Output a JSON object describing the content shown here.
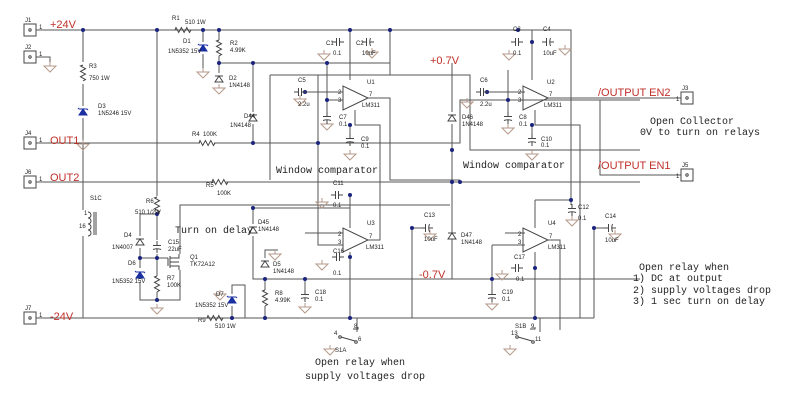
{
  "colors": {
    "wire": "#555555",
    "net_label": "#c0302a",
    "junction": "#1a237e",
    "zener": "#1a2fa0",
    "ground": "#b59a8a"
  },
  "connectors": [
    {
      "ref": "J1",
      "pin": "1",
      "net": "+24V"
    },
    {
      "ref": "J2",
      "pin": "1",
      "net": ""
    },
    {
      "ref": "J4",
      "pin": "1",
      "net": "OUT1"
    },
    {
      "ref": "J6",
      "pin": "1",
      "net": "OUT2"
    },
    {
      "ref": "J7",
      "pin": "1",
      "net": "-24V"
    },
    {
      "ref": "J3",
      "pin": "1",
      "net": "/OUTPUT EN2"
    },
    {
      "ref": "J5",
      "pin": "1",
      "net": "/OUTPUT EN1"
    }
  ],
  "net_labels": {
    "plus07": "+0.7V",
    "minus07": "-0.7V"
  },
  "components": [
    {
      "ref": "R1",
      "value": "510 1W",
      "type": "resistor"
    },
    {
      "ref": "D1",
      "value": "1N5352 15V",
      "type": "zener"
    },
    {
      "ref": "R2",
      "value": "4.99K",
      "type": "resistor"
    },
    {
      "ref": "D2",
      "value": "1N4148",
      "type": "diode"
    },
    {
      "ref": "R3",
      "value": "750 1W",
      "type": "resistor"
    },
    {
      "ref": "D3",
      "value": "1N5246 15V",
      "type": "zener"
    },
    {
      "ref": "R4",
      "value": "100K",
      "type": "resistor"
    },
    {
      "ref": "R5",
      "value": "100K",
      "type": "resistor"
    },
    {
      "ref": "D44",
      "value": "1N4148",
      "type": "diode"
    },
    {
      "ref": "C1",
      "value": "0.1",
      "type": "cap"
    },
    {
      "ref": "C2",
      "value": "10uF",
      "type": "pcap"
    },
    {
      "ref": "C5",
      "value": "2.2u",
      "type": "cap"
    },
    {
      "ref": "C7",
      "value": "0.1",
      "type": "cap"
    },
    {
      "ref": "C9",
      "value": "0.1",
      "type": "cap"
    },
    {
      "ref": "U1",
      "value": "LM311",
      "type": "opamp"
    },
    {
      "ref": "C3",
      "value": "0.1",
      "type": "cap"
    },
    {
      "ref": "C4",
      "value": "10uF",
      "type": "pcap"
    },
    {
      "ref": "C6",
      "value": "2.2u",
      "type": "cap"
    },
    {
      "ref": "C8",
      "value": "0.1",
      "type": "cap"
    },
    {
      "ref": "C10",
      "value": "0.1",
      "type": "cap"
    },
    {
      "ref": "D46",
      "value": "1N4148",
      "type": "diode"
    },
    {
      "ref": "U2",
      "value": "LM311",
      "type": "opamp"
    },
    {
      "ref": "C11",
      "value": "0.1",
      "type": "cap"
    },
    {
      "ref": "U3",
      "value": "LM311",
      "type": "opamp"
    },
    {
      "ref": "C16",
      "value": "0.1",
      "type": "cap"
    },
    {
      "ref": "C18",
      "value": "0.1",
      "type": "cap"
    },
    {
      "ref": "D45",
      "value": "1N4148",
      "type": "diode"
    },
    {
      "ref": "D5",
      "value": "1N4148",
      "type": "diode"
    },
    {
      "ref": "R8",
      "value": "4.99K",
      "type": "resistor"
    },
    {
      "ref": "C13",
      "value": "10uF",
      "type": "pcap"
    },
    {
      "ref": "D47",
      "value": "1N4148",
      "type": "diode"
    },
    {
      "ref": "C12",
      "value": "0.1",
      "type": "cap"
    },
    {
      "ref": "C14",
      "value": "10uF",
      "type": "pcap"
    },
    {
      "ref": "U4",
      "value": "LM311",
      "type": "opamp"
    },
    {
      "ref": "C17",
      "value": "0.1",
      "type": "cap"
    },
    {
      "ref": "C19",
      "value": "0.1",
      "type": "cap"
    },
    {
      "ref": "R6",
      "value": "510 1/2W",
      "type": "resistor"
    },
    {
      "ref": "C15",
      "value": "22uF",
      "type": "pcap"
    },
    {
      "ref": "D4",
      "value": "1N4007",
      "type": "diode"
    },
    {
      "ref": "D6",
      "value": "1N5352 15V",
      "type": "zener"
    },
    {
      "ref": "Q1",
      "value": "TK72A12",
      "type": "mosfet"
    },
    {
      "ref": "R7",
      "value": "100K",
      "type": "resistor"
    },
    {
      "ref": "D7",
      "value": "1N5352 15V",
      "type": "zener"
    },
    {
      "ref": "R9",
      "value": "510 1W",
      "type": "resistor"
    },
    {
      "ref": "S1C",
      "value": "",
      "type": "coil",
      "pins": [
        "1",
        "16"
      ]
    },
    {
      "ref": "S1A",
      "value": "",
      "type": "switch",
      "pins": [
        "4",
        "8",
        "6"
      ]
    },
    {
      "ref": "S1B",
      "value": "",
      "type": "switch",
      "pins": [
        "13",
        "9",
        "11"
      ]
    }
  ],
  "opamp_pins": [
    "2",
    "3",
    "7"
  ],
  "notes": {
    "window1": "Window comparator",
    "window2": "Window comparator",
    "turn_on": "Turn on delay",
    "open_collector": [
      "Open Collector",
      "0V to turn on relays"
    ],
    "supply_drop": [
      "Open relay when",
      "supply voltages drop"
    ],
    "open_relay": [
      "Open relay when",
      "1) DC at output",
      "2) supply voltages drop",
      "3) 1 sec turn on delay"
    ]
  }
}
